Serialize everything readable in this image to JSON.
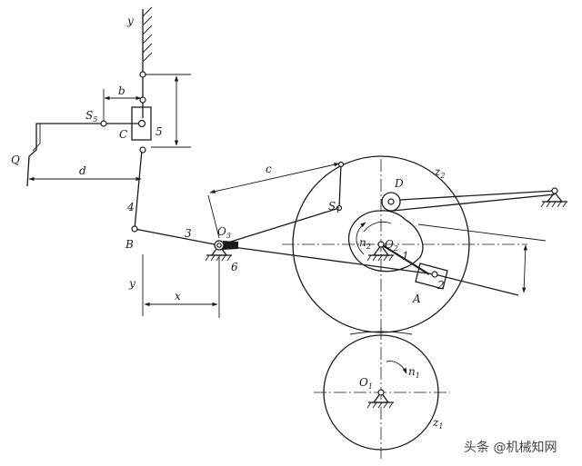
{
  "labels": {
    "y_top": "y",
    "y_bottom": "y",
    "b": "b",
    "S5": "S",
    "S5_sub": "5",
    "C": "C",
    "five": "5",
    "Q": "Q",
    "d": "d",
    "four": "4",
    "B": "B",
    "three": "3",
    "O3": "O",
    "O3_sub": "3",
    "six": "6",
    "x": "x",
    "c": "c",
    "S1": "S",
    "S1_sub": "1",
    "D": "D",
    "z2": "z",
    "z2_sub": "2",
    "n2": "n",
    "n2_sub": "2",
    "O2": "O",
    "O2_sub": "2",
    "one": "1",
    "two": "2",
    "A": "A",
    "O1": "O",
    "O1_sub": "1",
    "n1": "n",
    "n1_sub": "1",
    "z1": "z",
    "z1_sub": "1"
  },
  "watermark": "头条 @机械知网",
  "colors": {
    "line": "#1a1a1a",
    "background": "#ffffff"
  }
}
